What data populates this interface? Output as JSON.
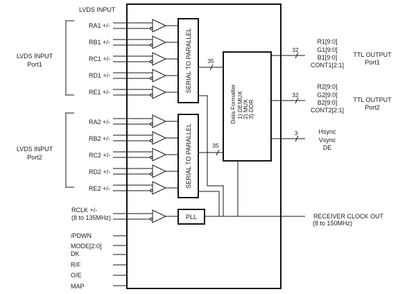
{
  "header_label": "LVDS INPUT",
  "port1_input": {
    "group_label_line1": "LVDS INPUT",
    "group_label_line2": "Port1",
    "signals": [
      "RA1 +/-",
      "RB1 +/-",
      "RC1 +/-",
      "RD1 +/-",
      "RE1 +/-"
    ]
  },
  "port2_input": {
    "group_label_line1": "LVDS INPUT",
    "group_label_line2": "Port2",
    "signals": [
      "RA2 +/-",
      "RB2 +/-",
      "RC2 +/-",
      "RD2 +/-",
      "RE2 +/-"
    ]
  },
  "clock_input": {
    "label_line1": "RCLK +/-",
    "label_line2": "(8 to 135MHz)"
  },
  "control_signals": [
    "/PDWN",
    "MODE[2:0]",
    "DK",
    "R/F",
    "O/E",
    "MAP"
  ],
  "blocks": {
    "serial_to_parallel_1": "SERIAL TO PARALLEL",
    "serial_to_parallel_2": "SERIAL TO PARALLEL",
    "pll": "PLL",
    "data_formatter": {
      "title": "Data Formatter",
      "items": [
        "1) DEMUX",
        "2) MUX",
        "3) DDR"
      ]
    }
  },
  "buses": {
    "s2p1_to_formatter": "35",
    "s2p2_to_formatter": "35",
    "port1_output": "32",
    "port2_output": "32",
    "sync_output": "3"
  },
  "outputs": {
    "port1": {
      "signals": [
        "R1[9:0]",
        "G1[9:0]",
        "B1[9:0]",
        "CONT1[2:1]"
      ],
      "label_line1": "TTL OUTPUT",
      "label_line2": "Port1"
    },
    "port2": {
      "signals": [
        "R2[9:0]",
        "G2[9:0]",
        "B2[9:0]",
        "CONT2[2:1]"
      ],
      "label_line1": "TTL OUTPUT",
      "label_line2": "Port2"
    },
    "sync": {
      "signals": [
        "Hsync",
        "Vsync",
        "DE"
      ]
    },
    "clock": {
      "label_line1": "RECEIVER CLOCK OUT",
      "label_line2": "(8 to 150MHz)"
    }
  }
}
